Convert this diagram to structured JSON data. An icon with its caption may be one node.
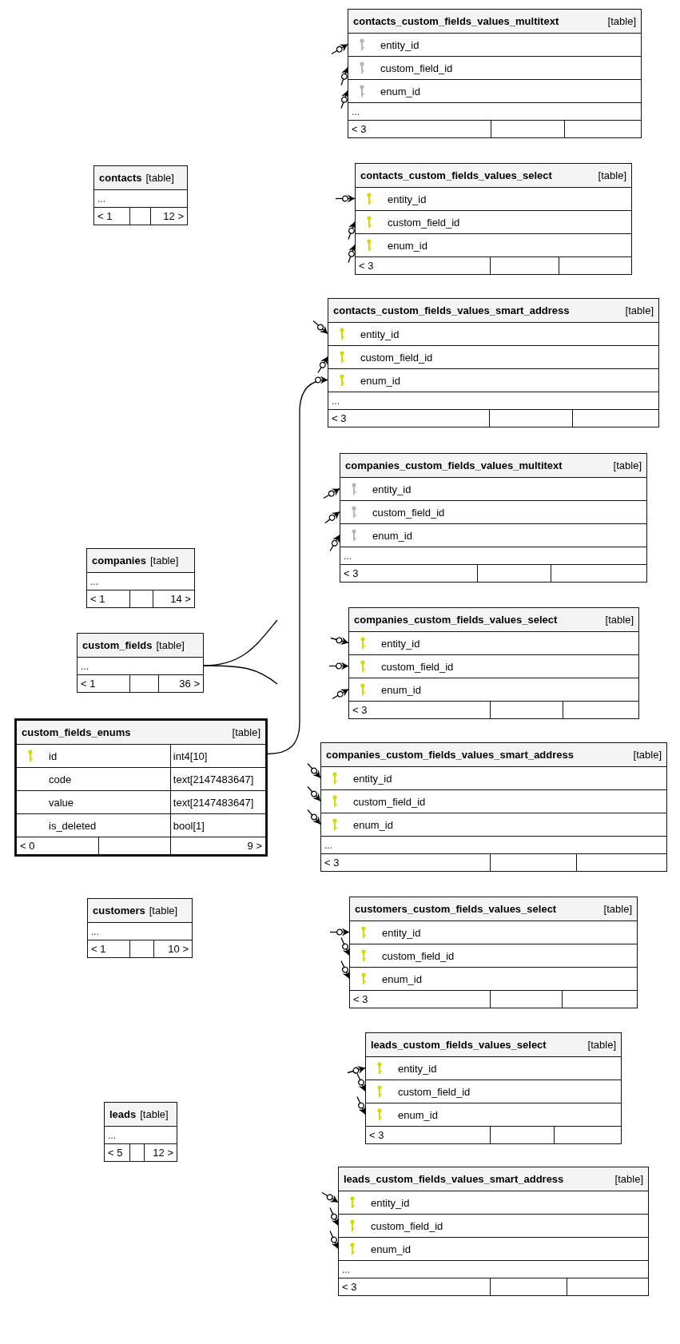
{
  "diagram": {
    "nodes": [
      {
        "text": [
          "contacts_custom_fields_values_multitext",
          "[table]",
          "entity_id",
          "custom_field_id",
          "enum_id",
          "...",
          "< 3"
        ]
      },
      {
        "text": [
          "contacts",
          "[table]",
          "...",
          "< 1",
          "12 >"
        ]
      },
      {
        "text": [
          "contacts_custom_fields_values_select",
          "[table]",
          "entity_id",
          "custom_field_id",
          "enum_id",
          "< 3"
        ]
      },
      {
        "text": [
          "contacts_custom_fields_values_smart_address",
          "[table]",
          "entity_id",
          "custom_field_id",
          "enum_id",
          "...",
          "< 3"
        ]
      },
      {
        "text": [
          "companies_custom_fields_values_multitext",
          "[table]",
          "entity_id",
          "custom_field_id",
          "enum_id",
          "...",
          "< 3"
        ]
      },
      {
        "text": [
          "companies",
          "[table]",
          "...",
          "< 1",
          "14 >"
        ]
      },
      {
        "text": [
          "custom_fields",
          "[table]",
          "...",
          "< 1",
          "36 >"
        ]
      },
      {
        "text": [
          "companies_custom_fields_values_select",
          "[table]",
          "entity_id",
          "custom_field_id",
          "enum_id",
          "< 3"
        ]
      },
      {
        "text": [
          "custom_fields_enums",
          "[table]",
          "id",
          "int4[10]",
          "code",
          "text[2147483647]",
          "value",
          "text[2147483647]",
          "is_deleted",
          "bool[1]",
          "< 0",
          "9 >"
        ]
      },
      {
        "text": [
          "companies_custom_fields_values_smart_address",
          "[table]",
          "entity_id",
          "custom_field_id",
          "enum_id",
          "...",
          "< 3"
        ]
      },
      {
        "text": [
          "customers",
          "[table]",
          "...",
          "< 1",
          "10 >"
        ]
      },
      {
        "text": [
          "customers_custom_fields_values_select",
          "[table]",
          "entity_id",
          "custom_field_id",
          "enum_id",
          "< 3"
        ]
      },
      {
        "text": [
          "leads_custom_fields_values_select",
          "[table]",
          "entity_id",
          "custom_field_id",
          "enum_id",
          "< 3"
        ]
      },
      {
        "text": [
          "leads",
          "[table]",
          "...",
          "< 5",
          "12 >"
        ]
      },
      {
        "text": [
          "leads_custom_fields_values_smart_address",
          "[table]",
          "entity_id",
          "custom_field_id",
          "enum_id",
          "...",
          "< 3"
        ]
      }
    ],
    "edges": [
      {
        "from": null,
        "to": 0,
        "arrow": "to"
      },
      {
        "from": null,
        "to": 0,
        "arrow": "to"
      },
      {
        "from": null,
        "to": 0,
        "arrow": "to"
      },
      {
        "from": null,
        "to": 2,
        "arrow": "to"
      },
      {
        "from": null,
        "to": 2,
        "arrow": "to"
      },
      {
        "from": null,
        "to": 2,
        "arrow": "to"
      },
      {
        "from": null,
        "to": 3,
        "arrow": "to"
      },
      {
        "from": null,
        "to": 3,
        "arrow": "to"
      },
      {
        "from": 8,
        "to": 3,
        "arrow": "to"
      },
      {
        "from": null,
        "to": 4,
        "arrow": "to"
      },
      {
        "from": null,
        "to": 4,
        "arrow": "to"
      },
      {
        "from": null,
        "to": 4,
        "arrow": "to"
      },
      {
        "from": null,
        "to": 7,
        "arrow": "to"
      },
      {
        "from": null,
        "to": 7,
        "arrow": "to"
      },
      {
        "from": null,
        "to": 7,
        "arrow": "to"
      },
      {
        "from": null,
        "to": 9,
        "arrow": "to"
      },
      {
        "from": null,
        "to": 9,
        "arrow": "to"
      },
      {
        "from": null,
        "to": 9,
        "arrow": "to"
      },
      {
        "from": null,
        "to": 11,
        "arrow": "to"
      },
      {
        "from": null,
        "to": 11,
        "arrow": "to"
      },
      {
        "from": null,
        "to": 11,
        "arrow": "to"
      },
      {
        "from": null,
        "to": 12,
        "arrow": "to"
      },
      {
        "from": null,
        "to": 12,
        "arrow": "to"
      },
      {
        "from": null,
        "to": 12,
        "arrow": "to"
      },
      {
        "from": null,
        "to": 14,
        "arrow": "to"
      },
      {
        "from": null,
        "to": 14,
        "arrow": "to"
      },
      {
        "from": null,
        "to": 14,
        "arrow": "to"
      },
      {
        "from": 6,
        "to": null,
        "arrow": "none"
      },
      {
        "from": 6,
        "to": null,
        "arrow": "none"
      }
    ]
  }
}
